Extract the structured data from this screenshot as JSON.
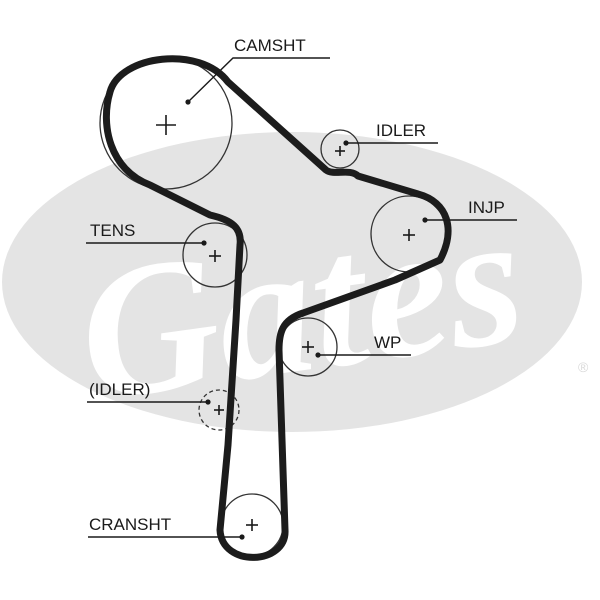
{
  "watermark": {
    "text": "Gates",
    "symbol": "®"
  },
  "labels": {
    "camshaft": "CAMSHT",
    "idler_top": "IDLER",
    "injection_pump": "INJP",
    "tensioner": "TENS",
    "water_pump": "WP",
    "idler_optional": "(IDLER)",
    "crankshaft": "CRANSHT"
  },
  "colors": {
    "belt": "#1c1c1c",
    "pulley_outline": "#333333",
    "watermark_fill": "#e4e4e4"
  }
}
